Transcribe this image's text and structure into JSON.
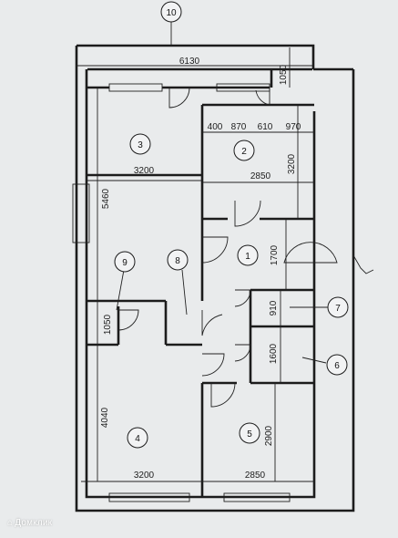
{
  "dimensions": {
    "total_width": "6130",
    "top_offset": "1050",
    "seg_400": "400",
    "seg_870": "870",
    "seg_610": "610",
    "seg_970": "970",
    "room3_width": "3200",
    "room2_width": "2850",
    "room2_height": "3200",
    "left_height": "5460",
    "hall_height": "1700",
    "closet7_height": "910",
    "closet6_height": "1600",
    "niche_height": "1050",
    "room4_height": "4040",
    "room5_height": "2900",
    "room4_width": "3200",
    "room5_width": "2850"
  },
  "rooms": {
    "r1": "1",
    "r2": "2",
    "r3": "3",
    "r4": "4",
    "r5": "5",
    "r6": "6",
    "r7": "7",
    "r8": "8",
    "r9": "9",
    "r10": "10"
  },
  "watermark": {
    "mark": "⌂",
    "text": "Домклик"
  }
}
